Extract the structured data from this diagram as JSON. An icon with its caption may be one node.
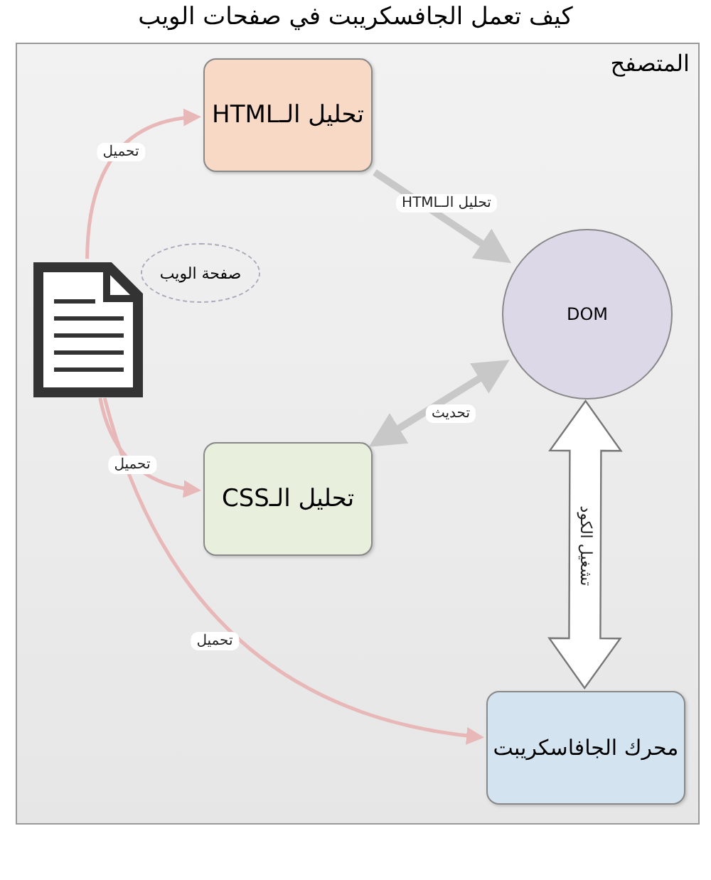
{
  "diagram": {
    "title": "كيف تعمل الجافسكريبت في صفحات الويب",
    "nodes": [
      {
        "text": [
          "المتصفح"
        ]
      },
      {
        "text": [
          "تحليل الـHTML"
        ],
        "in": 0
      },
      {
        "text": [
          "DOM"
        ],
        "in": 0
      },
      {
        "text": [
          "تحليل الـCSS"
        ],
        "in": 0
      },
      {
        "text": [
          "محرك الجافاسكريبت"
        ],
        "in": 0
      },
      {
        "text": [],
        "shape": "picture",
        "in": 0
      },
      {
        "text": [
          "صفحة الويب"
        ],
        "in": 0
      }
    ],
    "edges": [
      {
        "from": 5,
        "to": 1,
        "arrow": "to",
        "label": "تحميل"
      },
      {
        "from": 1,
        "to": 2,
        "arrow": "to",
        "label": "تحليل الـHTML",
        "style": "thick",
        "color": "#c8c8c8"
      },
      {
        "from": 3,
        "to": 2,
        "arrow": "both",
        "label": "تحديث",
        "style": "thick",
        "color": "#c8c8c8"
      },
      {
        "from": 2,
        "to": 4,
        "arrow": "both",
        "label": "تشغيل الكود",
        "style": "thick",
        "color": "#ffffff"
      },
      {
        "from": 5,
        "to": 3,
        "arrow": "to",
        "label": "تحميل"
      },
      {
        "from": 5,
        "to": 4,
        "arrow": "to",
        "label": "تحميل"
      }
    ]
  }
}
